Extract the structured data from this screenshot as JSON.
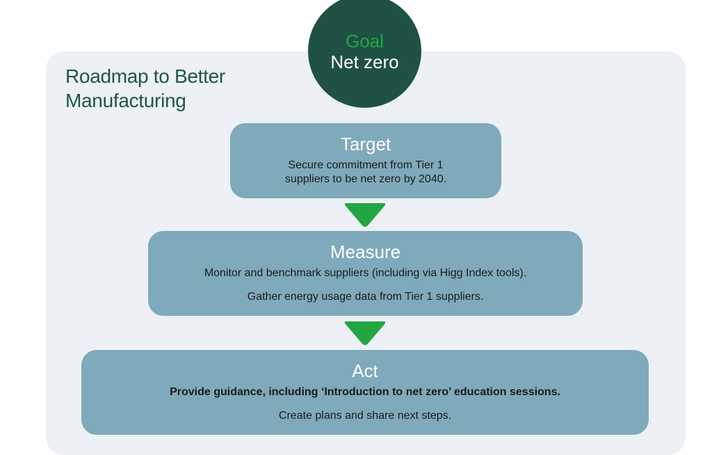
{
  "title": "Roadmap to Better Manufacturing",
  "goal": {
    "label": "Goal",
    "value": "Net zero"
  },
  "stages": [
    {
      "title": "Target",
      "lines": [
        "Secure commitment from Tier 1",
        "suppliers to be net zero by 2040."
      ]
    },
    {
      "title": "Measure",
      "lines": [
        "Monitor and benchmark suppliers (including via Higg Index tools).",
        "Gather energy usage data from Tier 1 suppliers."
      ]
    },
    {
      "title": "Act",
      "lines": [
        "Provide guidance, including ‘Introduction to net zero’ education sessions.",
        "Create plans and share next steps."
      ]
    }
  ],
  "colors": {
    "panel": "#edf0f4",
    "title_text": "#1e5546",
    "goal_circle": "#1f5145",
    "goal_label": "#22a642",
    "stage_box": "#7faabb",
    "arrow": "#22a642"
  },
  "icons": {
    "connector": "down-arrow-icon"
  }
}
